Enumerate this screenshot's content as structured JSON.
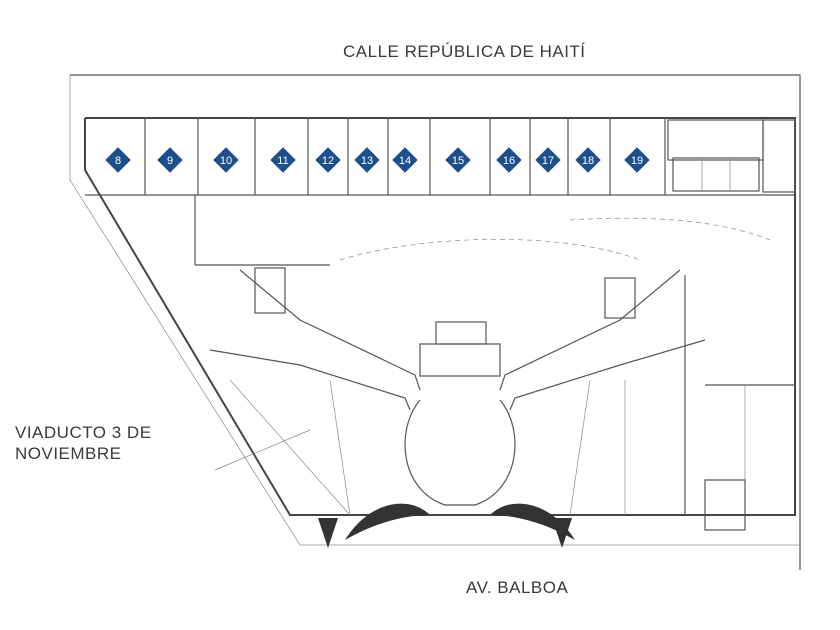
{
  "streets": {
    "north": "CALLE REPÚBLICA DE HAITÍ",
    "west_line1": "VIADUCTO 3 DE",
    "west_line2": "NOVIEMBRE",
    "south": "AV. BALBOA"
  },
  "lots": [
    "8",
    "9",
    "10",
    "11",
    "12",
    "13",
    "14",
    "15",
    "16",
    "17",
    "18",
    "19"
  ],
  "colors": {
    "lot_marker": "#1d4f8a",
    "lines": "#555555"
  }
}
